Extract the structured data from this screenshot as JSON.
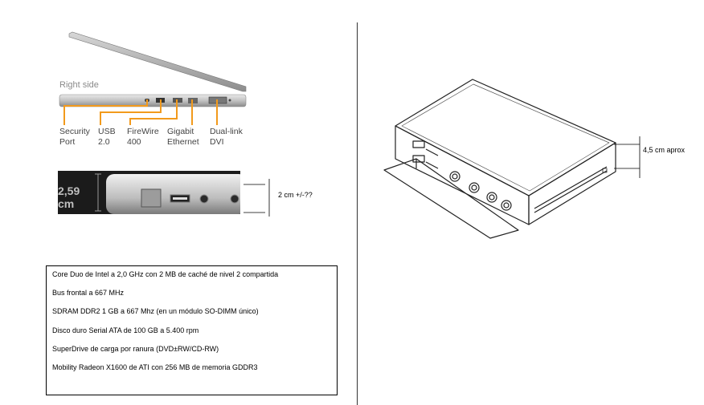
{
  "laptop_side": {
    "title": "Right side",
    "ports": [
      {
        "line1": "Security",
        "line2": "Port"
      },
      {
        "line1": "USB",
        "line2": "2.0"
      },
      {
        "line1": "FireWire",
        "line2": "400"
      },
      {
        "line1": "Gigabit",
        "line2": "Ethernet"
      },
      {
        "line1": "Dual-link",
        "line2": "DVI"
      }
    ],
    "accent_color": "#f29a1c"
  },
  "closeup": {
    "dimension_label": "2,59 cm",
    "measure_note": "2 cm +/-??"
  },
  "device": {
    "measure_note": "4,5 cm aprox"
  },
  "specs": [
    "Core Duo de Intel a 2,0 GHz con 2 MB de caché de nivel 2 compartida",
    "Bus frontal a 667 MHz",
    "SDRAM DDR2 1 GB a 667 Mhz (en un módulo SO-DIMM único)",
    "Disco duro Serial ATA de 100 GB a 5.400 rpm",
    "SuperDrive de carga por ranura (DVD±RW/CD-RW)",
    "Mobility Radeon X1600 de ATI con 256 MB de memoria GDDR3"
  ]
}
